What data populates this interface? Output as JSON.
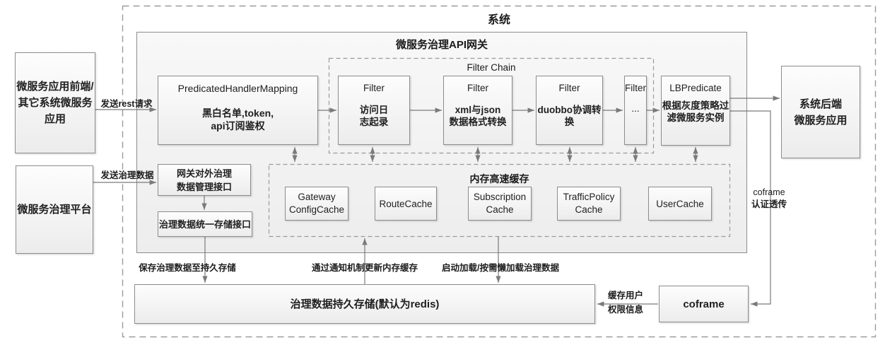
{
  "system": {
    "title": "系统"
  },
  "gateway": {
    "title": "微服务治理API网关"
  },
  "actors": {
    "frontend": {
      "line1": "微服务应用前端/",
      "line2": "其它系统微服务",
      "line3": "应用"
    },
    "platform": {
      "label": "微服务治理平台"
    },
    "backend": {
      "line1": "系统后端",
      "line2": "微服务应用"
    }
  },
  "handler": {
    "title": "PredicatedHandlerMapping",
    "line1": "黑白名单,token,",
    "line2": "api订阅鉴权"
  },
  "governance": {
    "mgmt_interface": {
      "line1": "网关对外治理",
      "line2": "数据管理接口"
    },
    "storage_interface": {
      "label": "治理数据统一存储接口"
    }
  },
  "filter_chain": {
    "title": "Filter Chain",
    "filters": [
      {
        "title": "Filter",
        "line1": "访问日",
        "line2": "志起录"
      },
      {
        "title": "Filter",
        "line1": "xml与json",
        "line2": "数据格式转换"
      },
      {
        "title": "Filter",
        "line1": "duobbo协调转",
        "line2": "换"
      },
      {
        "title": "Filter",
        "line1": "..."
      }
    ]
  },
  "lb_predicate": {
    "title": "LBPredicate",
    "line1": "根据灰度策略过",
    "line2": "滤微服务实例"
  },
  "cache": {
    "title": "内存高速缓存",
    "items": [
      {
        "line1": "Gateway",
        "line2": "ConfigCache"
      },
      {
        "line1": "RouteCache"
      },
      {
        "line1": "Subscription",
        "line2": "Cache"
      },
      {
        "line1": "TrafficPolicy",
        "line2": "Cache"
      },
      {
        "line1": "UserCache"
      }
    ]
  },
  "storage": {
    "label": "治理数据持久存储(默认为redis)"
  },
  "coframe": {
    "label": "coframe"
  },
  "edges": {
    "send_rest": "发送rest请求",
    "send_governance": "发送治理数据",
    "save_persistent": "保存治理数据至持久存储",
    "notify_update": "通过通知机制更新内存缓存",
    "lazy_load": "启动加载/按需懒加载治理数据",
    "cache_user_line1": "缓存用户",
    "cache_user_line2": "权限信息",
    "coframe_auth_line1": "coframe",
    "coframe_auth_line2": "认证透传"
  },
  "colors": {
    "box_border": "#8c8c8c",
    "dash_border": "#9b9b9b",
    "arrow": "#7a7a7a",
    "text": "#1f1f1f",
    "box_fill_top": "#fdfdfd",
    "box_fill_bottom": "#ececec"
  }
}
